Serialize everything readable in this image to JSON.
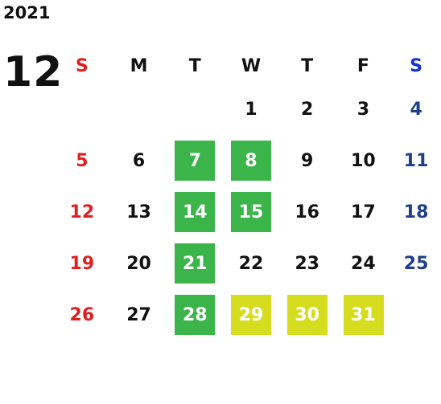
{
  "year": "2021",
  "month": "12",
  "weekdays": [
    "S",
    "M",
    "T",
    "W",
    "T",
    "F",
    "S"
  ],
  "weeks": [
    [
      "",
      "",
      "",
      "1",
      "2",
      "3",
      "4"
    ],
    [
      "5",
      "6",
      "7",
      "8",
      "9",
      "10",
      "11"
    ],
    [
      "12",
      "13",
      "14",
      "15",
      "16",
      "17",
      "18"
    ],
    [
      "19",
      "20",
      "21",
      "22",
      "23",
      "24",
      "25"
    ],
    [
      "26",
      "27",
      "28",
      "29",
      "30",
      "31",
      ""
    ]
  ],
  "colors": {
    "sunday": "#e02020",
    "saturday": "#1e3f8a",
    "highlight_green": "#3bb54a",
    "highlight_yellow": "#d6dd1f"
  }
}
